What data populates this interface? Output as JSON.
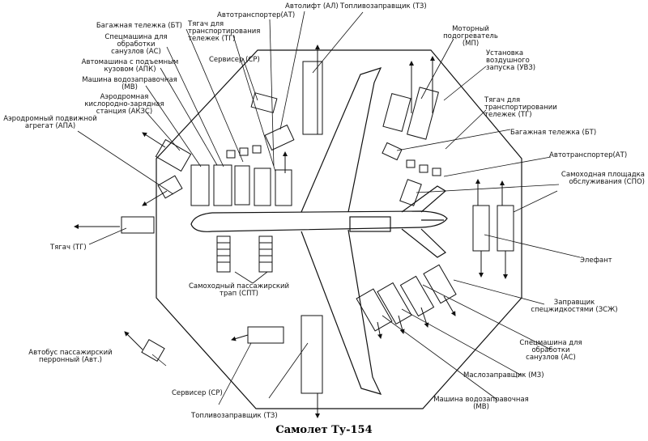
{
  "caption": "Самолет Ту-154",
  "labels": {
    "ts_top": "Топливозаправщик (ТЗ)",
    "al": "Автолифт (АЛ)",
    "at_top": "Автотранспортер(АТ)",
    "tt_top": "Тягач для\nтранспортирования\nтележек (ТГ)",
    "bt_top": "Багажная тележка (БТ)",
    "as_top": "Спецмашина для\nобработки\nсанузлов (АС)",
    "sr_top": "Сервисер (СР)",
    "apk": "Автомашина с подъемным\nкузовом (АПК)",
    "mv_top": "Машина водозаправочная\n(МВ)",
    "akzs": "Аэродромная\nкислородно-зарядная\nстанция (АКЗС)",
    "apa": "Аэродромный подвижной\nагрегат (АПА)",
    "tg_left": "Тягач (ТГ)",
    "mp": "Моторный подогреватель\n(МП)",
    "uvz": "Установка\nвоздушного\nзапуска (УВЗ)",
    "tt_right": "Тягач для\nтранспортировании\nтележек (ТГ)",
    "bt_right": "Багажная тележка (БТ)",
    "at_right": "Автотранспортер(АТ)",
    "spo": "Самоходная площадка\nобслуживания (СПО)",
    "elefant": "Элефант",
    "zszh": "Заправщик\nспецжидкостями (ЗСЖ)",
    "as_bottom": "Спецмашина для\nобработки\nсанузлов (АС)",
    "mz": "Маслозаправщик (МЗ)",
    "mv_bottom": "Машина водозаправочная\n(МВ)",
    "spt": "Самоходный пассажирский\nтрап (СПТ)",
    "bus": "Автобус пассажирский\nперронный (Авт.)",
    "sr_bottom": "Сервисер (СР)",
    "ts_bottom": "Топливозаправщик (ТЗ)"
  }
}
